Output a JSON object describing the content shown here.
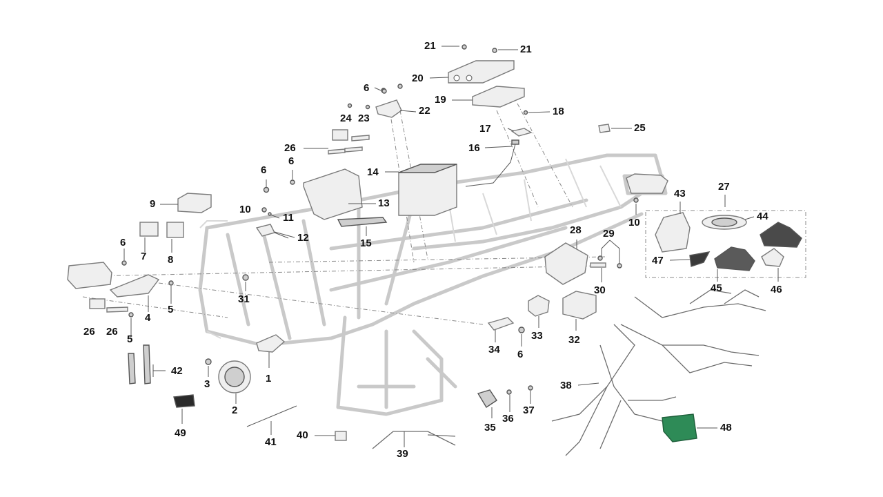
{
  "callouts": {
    "c1": "1",
    "c2": "2",
    "c3": "3",
    "c4": "4",
    "c5a": "5",
    "c5b": "5",
    "c6a": "6",
    "c6b": "6",
    "c6c": "6",
    "c6d": "6",
    "c6e": "6",
    "c7": "7",
    "c8": "8",
    "c9": "9",
    "c10a": "10",
    "c10b": "10",
    "c11": "11",
    "c12": "12",
    "c13": "13",
    "c14": "14",
    "c15": "15",
    "c16": "16",
    "c17": "17",
    "c18": "18",
    "c19": "19",
    "c20": "20",
    "c21a": "21",
    "c21b": "21",
    "c22": "22",
    "c23": "23",
    "c24": "24",
    "c25": "25",
    "c26a": "26",
    "c26b": "26",
    "c26c": "26",
    "c27": "27",
    "c28": "28",
    "c29": "29",
    "c30": "30",
    "c31": "31",
    "c32": "32",
    "c33": "33",
    "c34": "34",
    "c35": "35",
    "c36": "36",
    "c37": "37",
    "c38": "38",
    "c39": "39",
    "c40": "40",
    "c41": "41",
    "c42": "42",
    "c43": "43",
    "c44": "44",
    "c45": "45",
    "c46": "46",
    "c47": "47",
    "c48": "48",
    "c49": "49"
  },
  "colors": {
    "frame": "#c9c9c9",
    "ink": "#111111",
    "ecu_green": "#2e8b57"
  },
  "icons": {
    "sub_assembly_box": "dash-dot-rectangle"
  }
}
